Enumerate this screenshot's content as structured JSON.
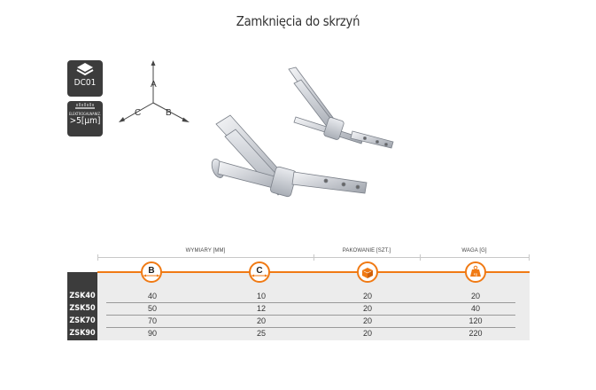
{
  "title": "Zamknięcia do skrzyń",
  "badges": {
    "material": {
      "icon": "layers-icon",
      "text": "DC01"
    },
    "coating": {
      "icon": "galvanized-icon",
      "small": "ELEKTROGALWANIZ.",
      "text": ">5[µm]"
    }
  },
  "axes": {
    "a": "A",
    "b": "B",
    "c": "C"
  },
  "table": {
    "headers": {
      "dimensions": "WYMIARY [mm]",
      "packaging": "PAKOWANIE [szt.]",
      "weight": "WAGA [g]"
    },
    "column_icons": {
      "b": {
        "label": "B",
        "icon": "dimension-b-icon"
      },
      "c": {
        "label": "C",
        "icon": "dimension-c-icon"
      },
      "packaging": {
        "icon": "box-icon"
      },
      "weight": {
        "icon": "weight-icon",
        "label": "kg"
      }
    },
    "rows": [
      {
        "model": "ZSK40",
        "b": "40",
        "c": "10",
        "pack": "20",
        "weight": "20"
      },
      {
        "model": "ZSK50",
        "b": "50",
        "c": "12",
        "pack": "20",
        "weight": "40"
      },
      {
        "model": "ZSK70",
        "b": "70",
        "c": "20",
        "pack": "20",
        "weight": "120"
      },
      {
        "model": "ZSK90",
        "b": "90",
        "c": "25",
        "pack": "20",
        "weight": "220"
      }
    ]
  },
  "colors": {
    "accent": "#f07a14",
    "dark": "#3c3c3c",
    "table_bg": "#ececec"
  }
}
